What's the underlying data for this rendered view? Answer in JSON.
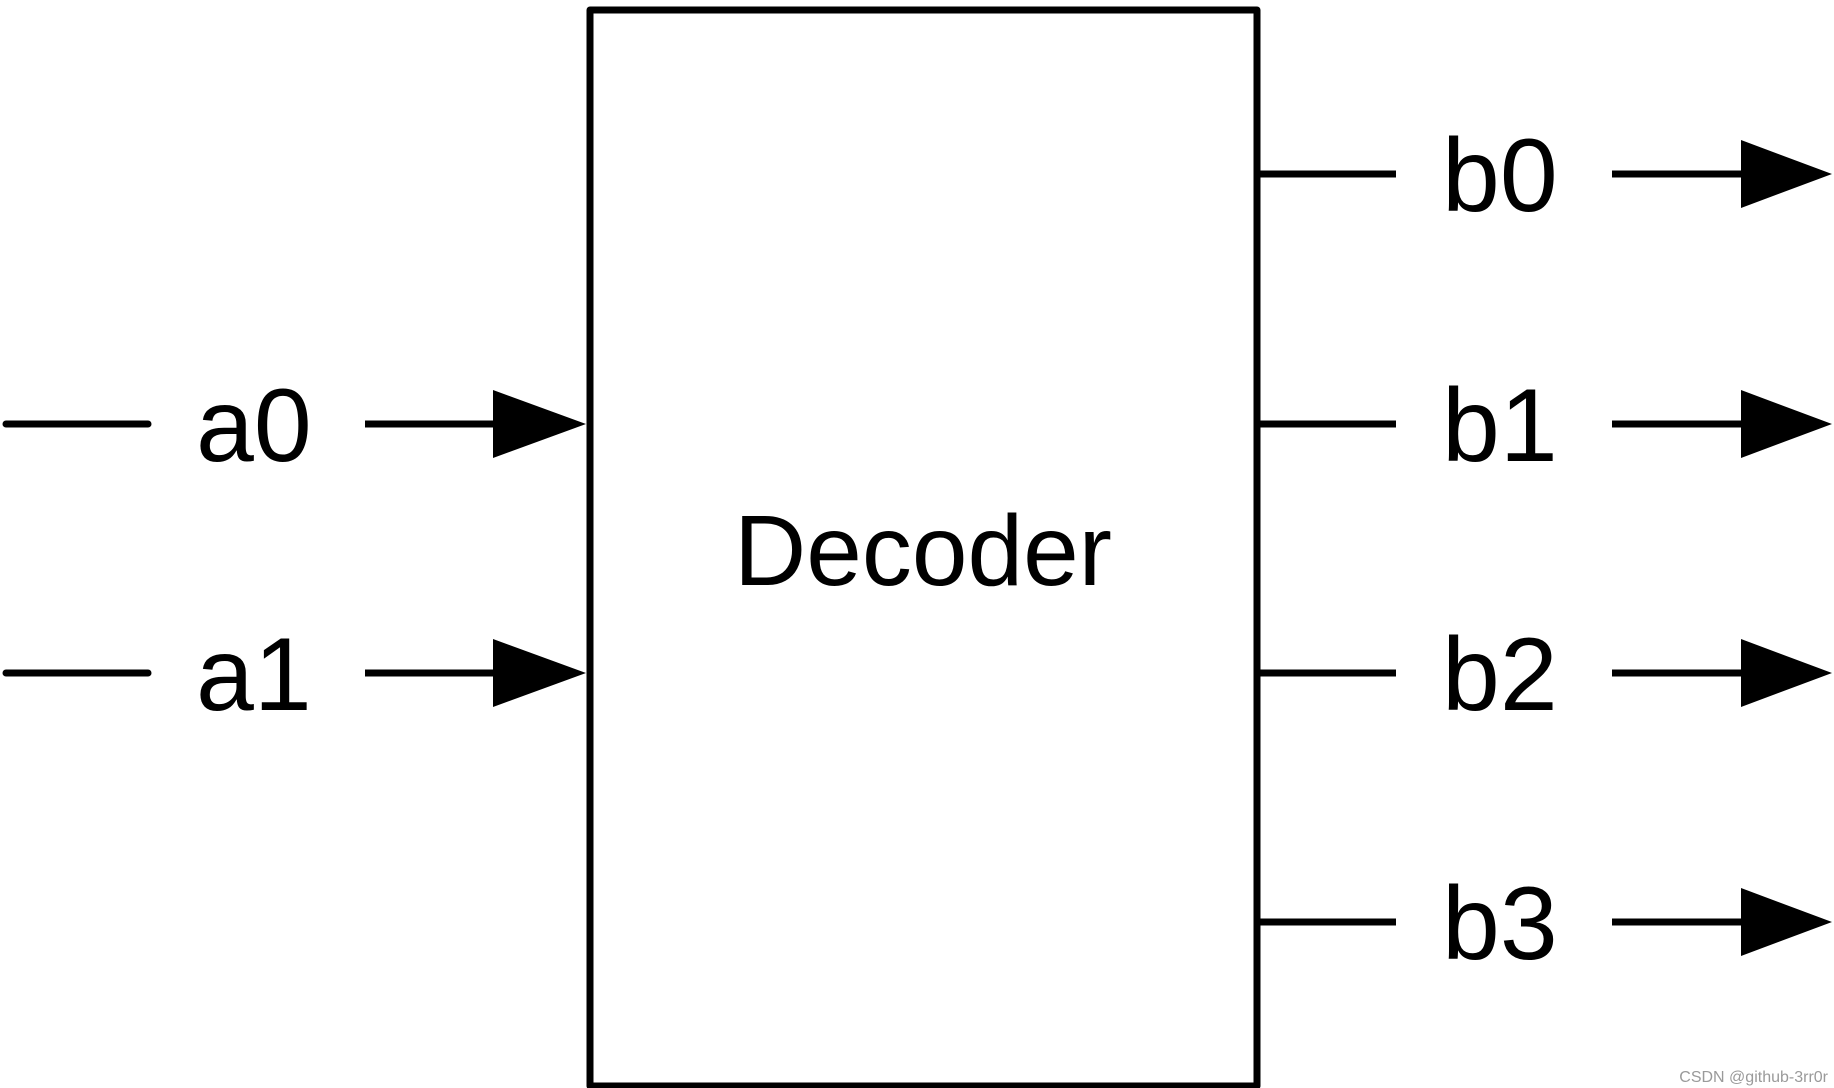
{
  "diagram": {
    "block_label": "Decoder",
    "inputs": [
      {
        "label": "a0"
      },
      {
        "label": "a1"
      }
    ],
    "outputs": [
      {
        "label": "b0"
      },
      {
        "label": "b1"
      },
      {
        "label": "b2"
      },
      {
        "label": "b3"
      }
    ],
    "watermark": "CSDN @github-3rr0r",
    "colors": {
      "stroke": "#000000",
      "background": "#ffffff",
      "watermark": "#9a9a9a"
    }
  }
}
